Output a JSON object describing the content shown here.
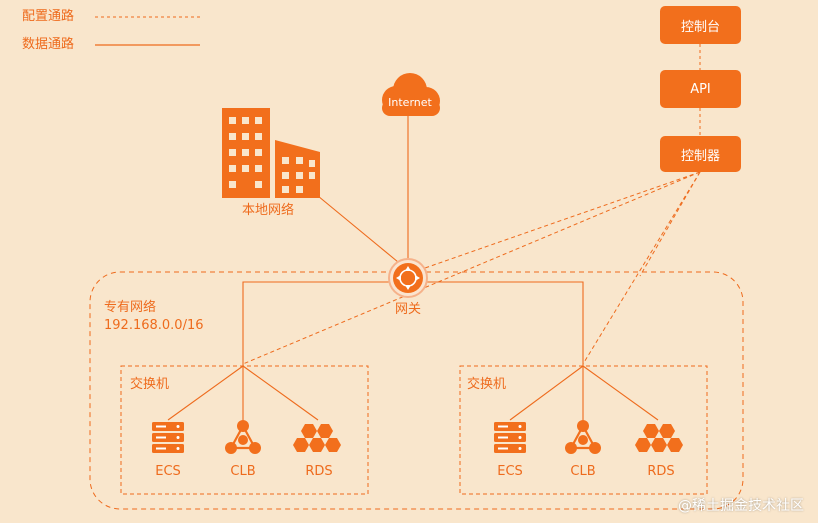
{
  "legend": {
    "config_path": "配置通路",
    "data_path": "数据通路"
  },
  "control": {
    "console": "控制台",
    "api": "API",
    "controller": "控制器"
  },
  "internet": "Internet",
  "local_network": "本地网络",
  "gateway": "网关",
  "vpc": {
    "name": "专有网络",
    "cidr": "192.168.0.0/16"
  },
  "switches": [
    {
      "label": "交换机",
      "nodes": [
        {
          "label": "ECS",
          "icon": "server-stack-icon"
        },
        {
          "label": "CLB",
          "icon": "load-balancer-icon"
        },
        {
          "label": "RDS",
          "icon": "database-hexagons-icon"
        }
      ]
    },
    {
      "label": "交换机",
      "nodes": [
        {
          "label": "ECS",
          "icon": "server-stack-icon"
        },
        {
          "label": "CLB",
          "icon": "load-balancer-icon"
        },
        {
          "label": "RDS",
          "icon": "database-hexagons-icon"
        }
      ]
    }
  ],
  "watermark": "@稀土掘金技术社区",
  "colors": {
    "accent": "#f26f1c",
    "line": "#ee6b1d",
    "background": "#f9e6cc"
  }
}
